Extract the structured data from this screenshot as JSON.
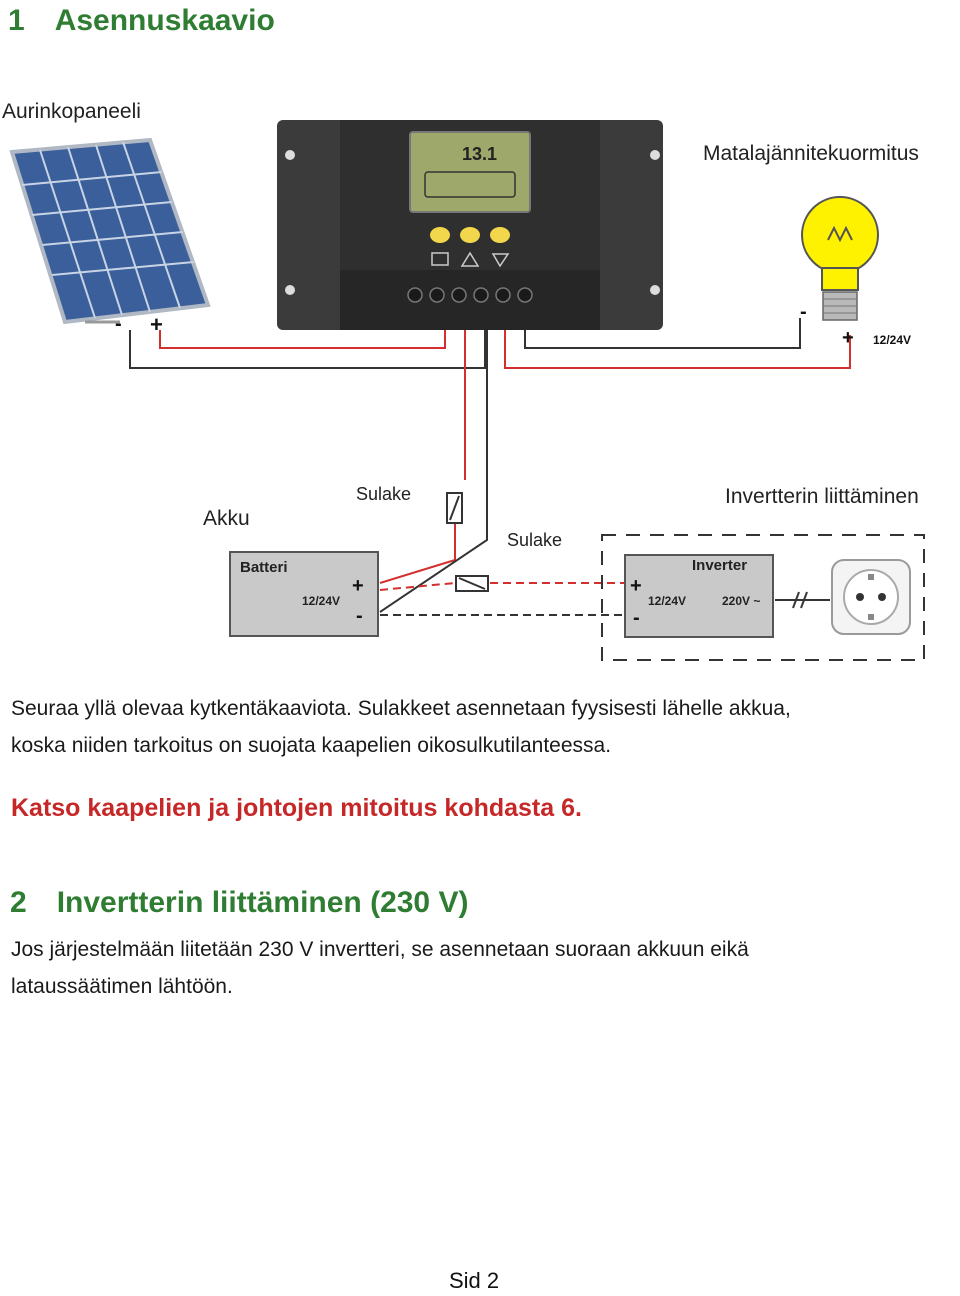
{
  "section1": {
    "number": "1",
    "title": "Asennuskaavio"
  },
  "labels": {
    "solar_panel": "Aurinkopaneeli",
    "load": "Matalajännitekuormitus",
    "battery": "Akku",
    "fuse_top": "Sulake",
    "fuse_bottom": "Sulake",
    "inverter_connection": "Invertterin liittäminen"
  },
  "diagram_text": {
    "battery_box": "Batteri",
    "battery_voltage": "12/24V",
    "inverter_box": "Inverter",
    "inverter_voltage_in": "12/24V",
    "inverter_voltage_out": "220V ~",
    "load_voltage": "12/24V",
    "display_reading": "13.1",
    "plus": "+",
    "minus": "-"
  },
  "paragraph1": {
    "line1": "Seuraa yllä olevaa kytkentäkaaviota. Sulakkeet asennetaan fyysisesti lähelle akkua,",
    "line2": "koska niiden tarkoitus on suojata kaapelien oikosulkutilanteessa."
  },
  "note": "Katso kaapelien ja johtojen mitoitus kohdasta 6.",
  "section2": {
    "number": "2",
    "title": "Invertterin liittäminen (230 V)"
  },
  "paragraph2": {
    "line1": "Jos järjestelmään liitetään 230 V invertteri, se asennetaan suoraan akkuun eikä",
    "line2": "lataussäätimen lähtöön."
  },
  "footer": "Sid 2",
  "colors": {
    "heading": "#2e7d32",
    "note": "#c62828",
    "wire_red": "#d32f2f",
    "wire_black": "#333333"
  }
}
